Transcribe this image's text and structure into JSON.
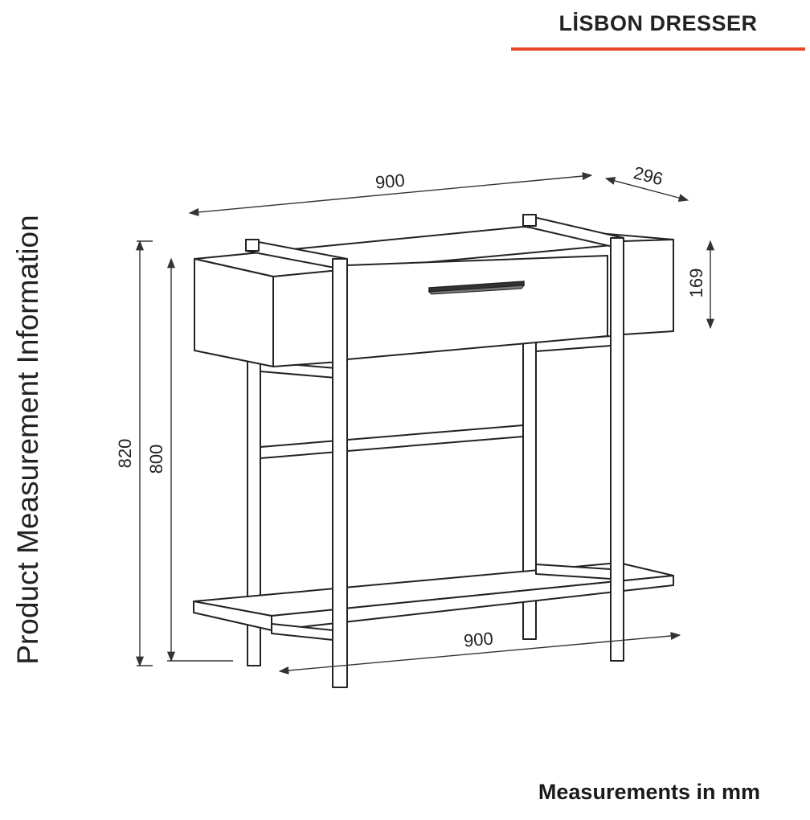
{
  "header": {
    "title": "LİSBON DRESSER",
    "accent_color": "#e8492a"
  },
  "side_label": "Product Measurement Information",
  "footer": {
    "units": "Measurements in mm"
  },
  "dimensions": {
    "top_width": "900",
    "depth": "296",
    "drawer_height": "169",
    "total_height": "820",
    "inner_height": "800",
    "bottom_width": "900"
  }
}
